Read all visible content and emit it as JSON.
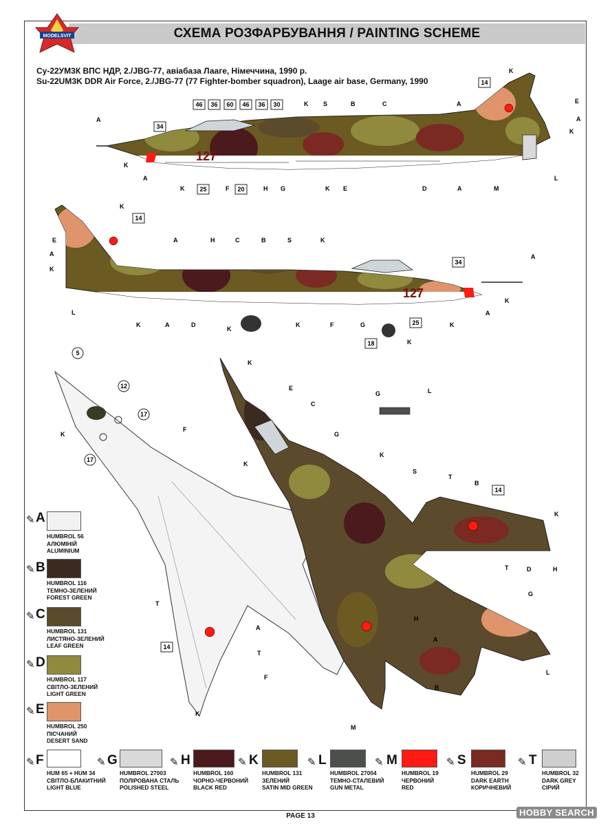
{
  "page": {
    "title": "СХЕМА РОЗФАРБУВАННЯ  / PAINTING  SCHEME",
    "logo_text": "MODELSVIT",
    "page_number": "PAGE 13",
    "watermark": "HOBBY SEARCH"
  },
  "caption": {
    "line_ua": "Су-22УМ3К ВПС НДР, 2./JBG-77, авіабаза Лааге, Німеччина, 1990 р.",
    "line_en": "Su-22UM3K DDR Air Force, 2./JBG-77 (77 Fighter-bomber squadron), Laage air base, Germany, 1990"
  },
  "aircraft": {
    "side_number": "127"
  },
  "decals": [
    "46",
    "36",
    "60",
    "46",
    "36",
    "30",
    "34",
    "25",
    "20",
    "14",
    "18",
    "5",
    "12",
    "17"
  ],
  "callouts": [
    "A",
    "B",
    "C",
    "D",
    "E",
    "F",
    "G",
    "H",
    "K",
    "L",
    "M",
    "S",
    "T"
  ],
  "palette": [
    {
      "letter": "A",
      "color": "#f2f2f2",
      "lines": [
        "HUMBROL 56",
        "АЛЮМІНІЙ",
        "ALUMINIUM"
      ]
    },
    {
      "letter": "B",
      "color": "#3b2a1f",
      "lines": [
        "HUMBROL 116",
        "ТЕМНО-ЗЕЛЕНИЙ",
        "FOREST GREEN"
      ]
    },
    {
      "letter": "C",
      "color": "#5c4a2c",
      "lines": [
        "HUMBROL 131",
        "ЛИСТЯНО-ЗЕЛЕНИЙ",
        "LEAF GREEN"
      ]
    },
    {
      "letter": "D",
      "color": "#8f8a3d",
      "lines": [
        "HUMBROL 117",
        "СВІТЛО-ЗЕЛЕНИЙ",
        "LIGHT GREEN"
      ]
    },
    {
      "letter": "E",
      "color": "#e0946b",
      "lines": [
        "HUMBROL 250",
        "ПІСЧАНИЙ",
        "DESERT SAND"
      ]
    },
    {
      "letter": "F",
      "color": "#ffffff",
      "lines": [
        "HUM 65 + HUM 34",
        "СВІТЛО-БЛАКИТНИЙ",
        "LIGHT BLUE"
      ]
    },
    {
      "letter": "G",
      "color": "#d9d9d9",
      "lines": [
        "HUMBROL 27003",
        "ПОЛІРОВАНА СТАЛЬ",
        "POLISHED STEEL"
      ]
    },
    {
      "letter": "H",
      "color": "#4a1a1c",
      "lines": [
        "HUMBROL 160",
        "ЧОРНО-ЧЕРВОНИЙ",
        "BLACK RED"
      ]
    },
    {
      "letter": "K",
      "color": "#6b5a22",
      "lines": [
        "HUMBROL 131",
        "ЗЕЛЕНИЙ",
        "SATIN MID GREEN"
      ]
    },
    {
      "letter": "L",
      "color": "#4d4f4d",
      "lines": [
        "HUMBROL 27004",
        "ТЕМНО-СТАЛЕВИЙ",
        "GUN METAL"
      ]
    },
    {
      "letter": "M",
      "color": "#ff1a14",
      "lines": [
        "HUMBROL 19",
        "ЧЕРВОНИЙ",
        "RED"
      ]
    },
    {
      "letter": "S",
      "color": "#7a2a22",
      "lines": [
        "HUMBROL 29",
        "DARK EARTH",
        "КОРИЧНЕВИЙ"
      ]
    },
    {
      "letter": "T",
      "color": "#cfcfcf",
      "lines": [
        "HUMBROL 32",
        "DARK GREY",
        "СІРИЙ"
      ]
    }
  ]
}
